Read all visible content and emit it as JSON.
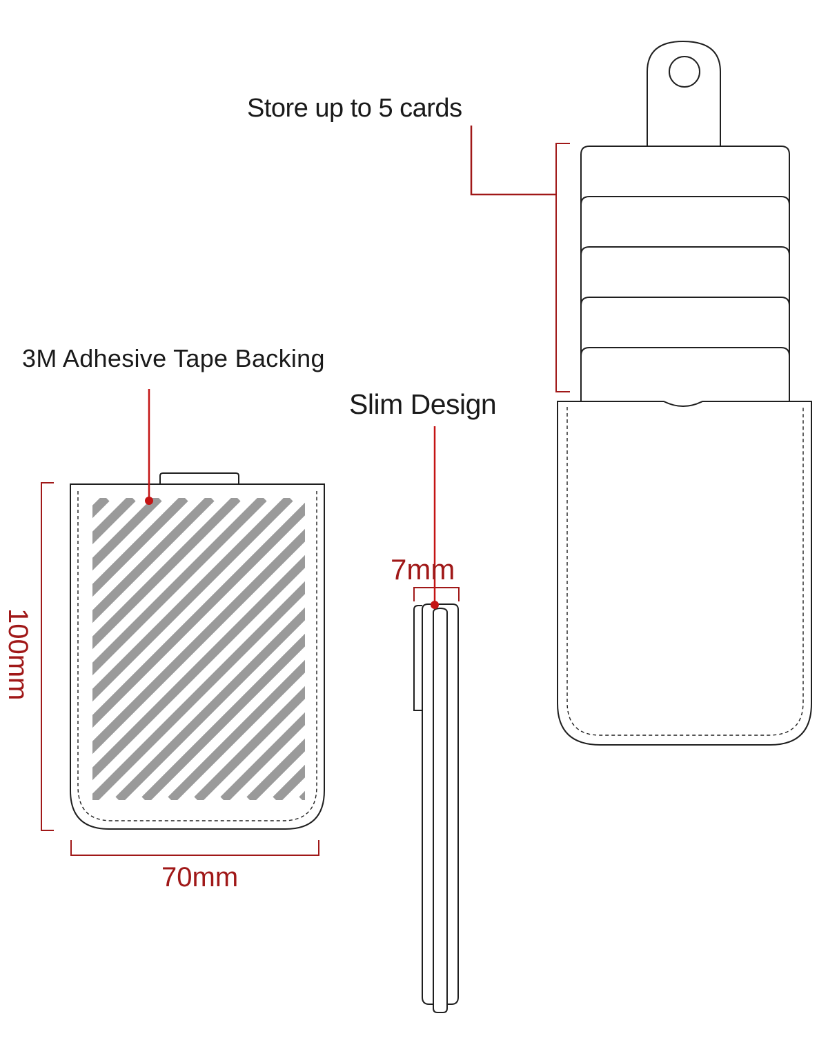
{
  "diagram": {
    "callouts": {
      "card_capacity": "Store up to 5 cards",
      "adhesive": "3M Adhesive Tape Backing",
      "slim": "Slim Design"
    },
    "dimensions": {
      "thickness": "7mm",
      "width": "70mm",
      "height": "100mm"
    },
    "card_count": 5,
    "colors": {
      "outline": "#1f1f1f",
      "accent": "#a01818",
      "stripe": "#9a9a9a",
      "background": "#ffffff"
    }
  }
}
